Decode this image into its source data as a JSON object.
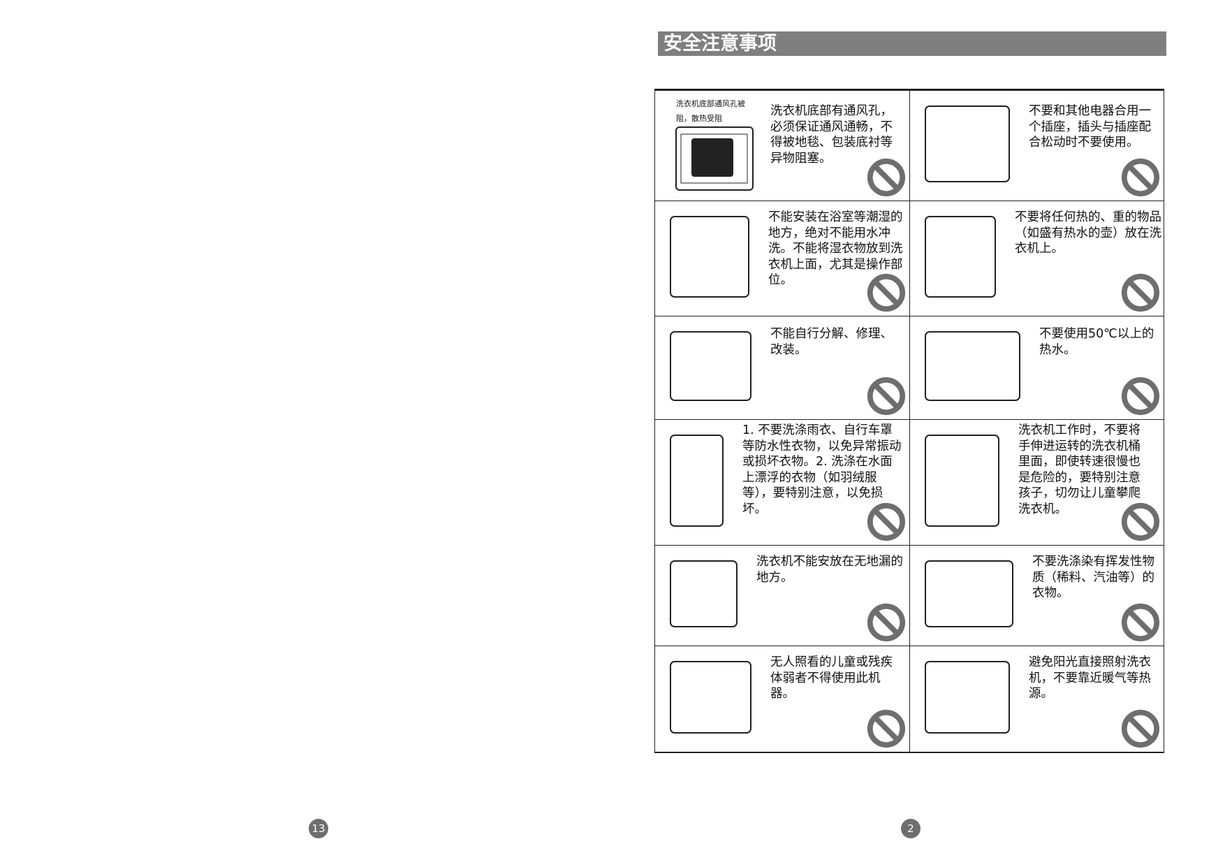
{
  "header": {
    "title": "安全注意事项"
  },
  "vent_label": "洗衣机底部通风孔被阻，散热受阻",
  "items": [
    {
      "text": "洗衣机底部有通风孔，必须保证通风通畅，不得被地毯、包装底衬等异物阻塞。"
    },
    {
      "text": "不要和其他电器合用一个插座，插头与插座配合松动时不要使用。"
    },
    {
      "text": "不能安装在浴室等潮湿的地方，绝对不能用水冲洗。不能将湿衣物放到洗衣机上面，尤其是操作部位。"
    },
    {
      "text": "不要将任何热的、重的物品（如盛有热水的壶）放在洗衣机上。"
    },
    {
      "text": "不能自行分解、修理、改装。"
    },
    {
      "text": "不要使用50℃以上的热水。"
    },
    {
      "text": "1. 不要洗涤雨衣、自行车罩等防水性衣物，以免异常振动或损坏衣物。2. 洗涤在水面上漂浮的衣物（如羽绒服等），要特别注意，以免损坏。"
    },
    {
      "text": "洗衣机工作时，不要将手伸进运转的洗衣机桶里面，即使转速很慢也是危险的，要特别注意孩子，切勿让儿童攀爬洗衣机。"
    },
    {
      "text": "洗衣机不能安放在无地漏的地方。"
    },
    {
      "text": "不要洗涤染有挥发性物质（稀料、汽油等）的衣物。"
    },
    {
      "text": "无人照看的儿童或残疾体弱者不得使用此机器。"
    },
    {
      "text": "避免阳光直接照射洗衣机，不要靠近暖气等热源。"
    }
  ],
  "page_numbers": {
    "left": "13",
    "right": "2"
  },
  "colors": {
    "header_bg": "#7f7f7f",
    "prohibit": "#6e6e6e"
  }
}
